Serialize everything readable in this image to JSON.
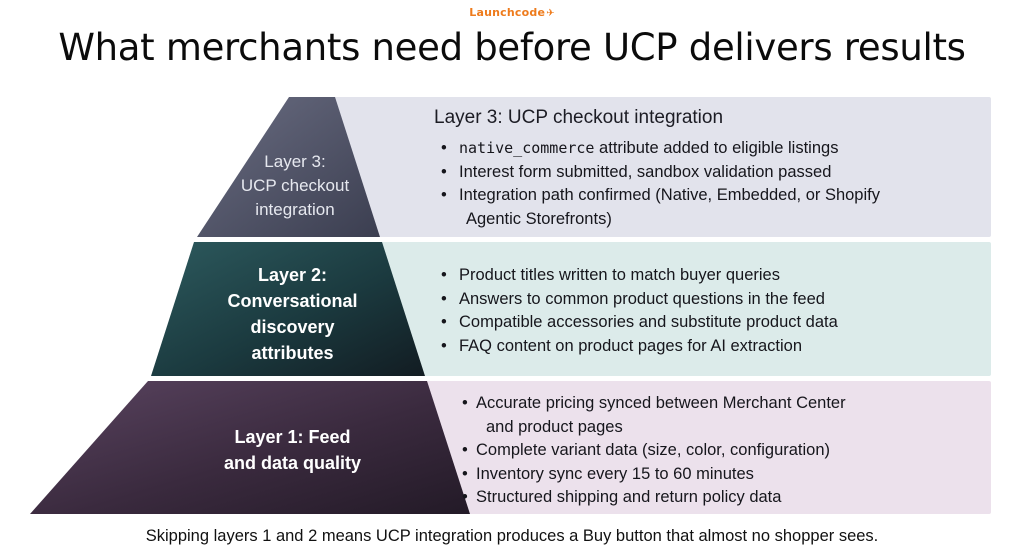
{
  "brand": {
    "name": "Launchcode",
    "mark_glyph": "✈",
    "color": "#ee7b1c"
  },
  "title": "What merchants need before UCP delivers results",
  "colors": {
    "layer3_fill": "#4a4d60",
    "layer2_fill": "#1d4145",
    "layer1_fill": "#3d2c40",
    "layer3_band": "#e2e3ec",
    "layer2_band": "#dcebea",
    "layer1_band": "#ece1ec"
  },
  "layers": {
    "layer3": {
      "label_lines": [
        "Layer 3:",
        "UCP checkout",
        "integration"
      ],
      "panel_title": "Layer 3: UCP checkout integration",
      "bullets": [
        {
          "code": "native_commerce",
          "text": " attribute added to eligible listings"
        },
        {
          "text": "Interest form submitted, sandbox validation passed"
        },
        {
          "text": "Integration path confirmed (Native, Embedded, or Shopify",
          "continuation": "Agentic Storefronts)"
        }
      ]
    },
    "layer2": {
      "label_lines": [
        "Layer 2:",
        "Conversational",
        "discovery",
        "attributes"
      ],
      "bullets": [
        "Product titles written to match buyer queries",
        "Answers to common product questions in the feed",
        "Compatible accessories and substitute product data",
        "FAQ content on product pages for AI extraction"
      ]
    },
    "layer1": {
      "label_lines": [
        "Layer 1: Feed",
        "and data quality"
      ],
      "bullets": [
        {
          "text": "Accurate pricing synced between Merchant Center",
          "continuation": "and product pages"
        },
        {
          "text": "Complete variant data (size, color, configuration)"
        },
        {
          "text": "Inventory sync every 15 to 60 minutes"
        },
        {
          "text": "Structured shipping and return policy data"
        }
      ]
    }
  },
  "footer": "Skipping layers 1 and 2 means UCP integration produces a Buy button that almost no shopper sees."
}
